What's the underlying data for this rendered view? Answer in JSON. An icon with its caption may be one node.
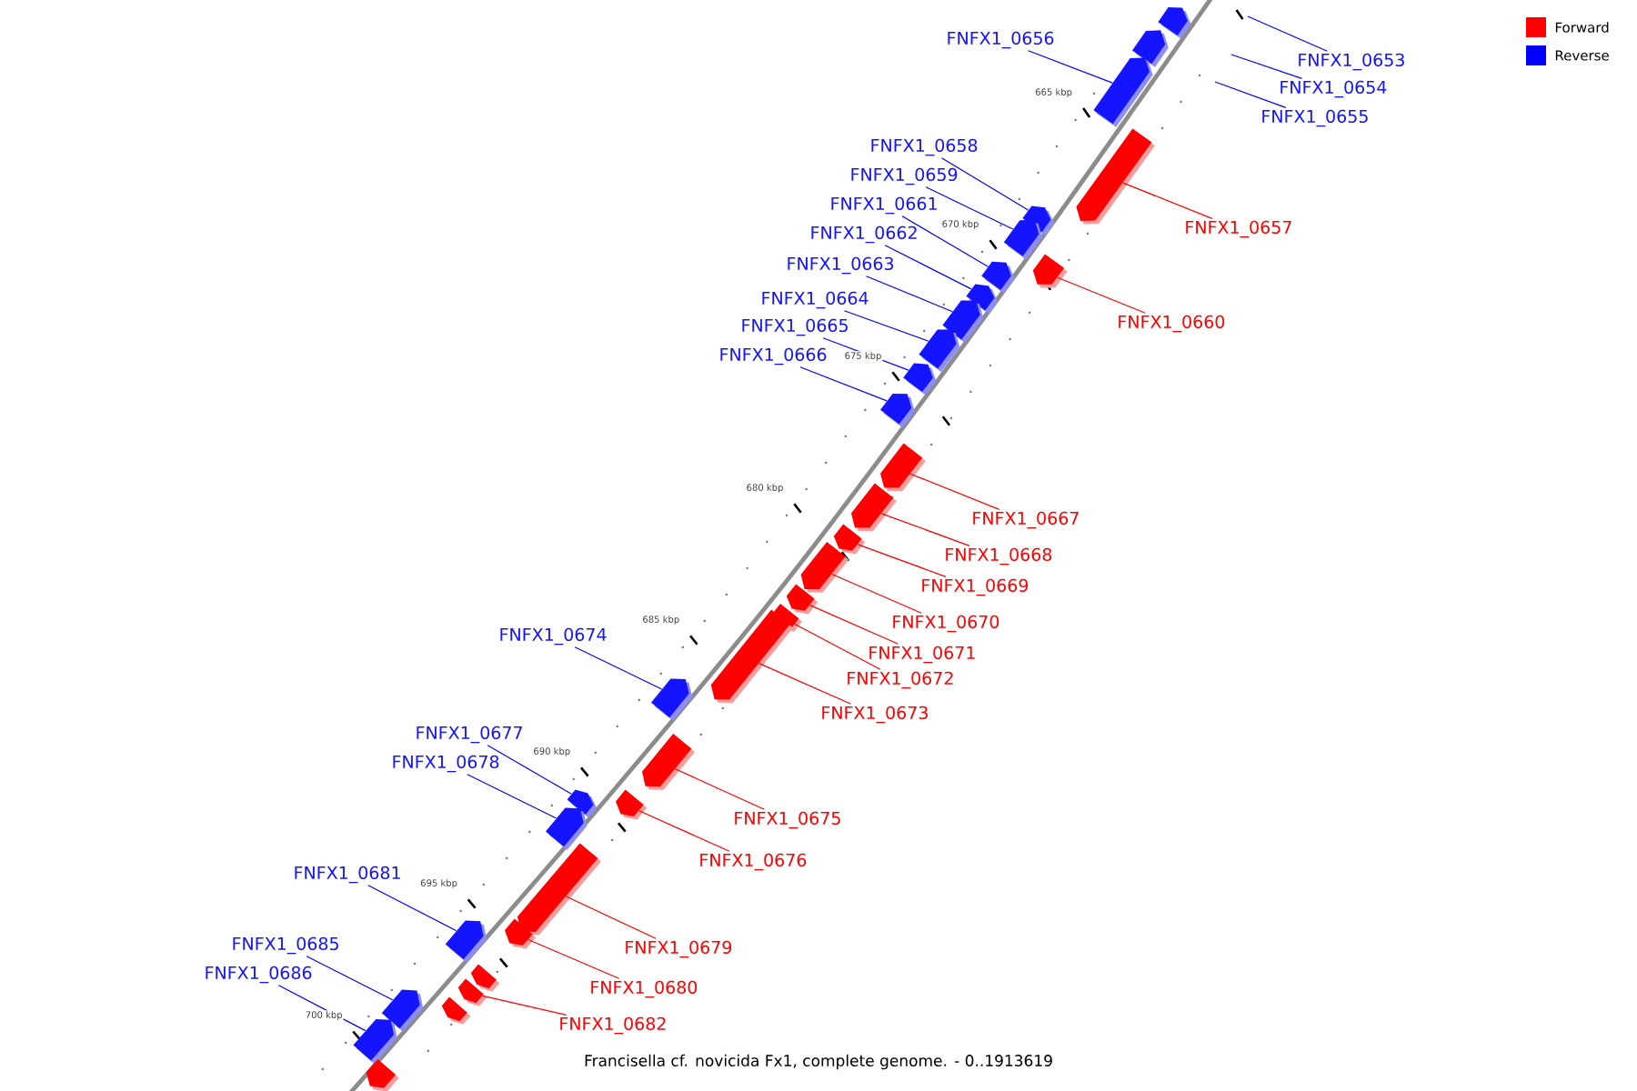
{
  "diagram": {
    "caption": "Francisella cf. novicida Fx1, complete genome. - 0..1913619",
    "nodes": [
      {
        "text": [],
        "shape": "bar"
      },
      {
        "text": [],
        "shape": "bar"
      },
      {
        "text": [
          "FNFX1_0653"
        ]
      },
      {
        "text": [
          "FNFX1_0654"
        ]
      },
      {
        "text": [
          "FNFX1_0655"
        ]
      },
      {
        "text": [
          "FNFX1_0656"
        ]
      },
      {
        "text": [],
        "shape": "bar"
      },
      {
        "text": [],
        "shape": "bar"
      },
      {
        "text": [
          "FNFX1_0657"
        ]
      },
      {
        "text": [
          "FNFX1_0658"
        ]
      },
      {
        "text": [],
        "shape": "bar"
      },
      {
        "text": [
          "FNFX1_0659"
        ]
      },
      {
        "text": [],
        "shape": "bar"
      },
      {
        "text": [
          "FNFX1_0661"
        ]
      },
      {
        "text": [],
        "shape": "bar"
      },
      {
        "text": [],
        "shape": "bar"
      },
      {
        "text": [
          "FNFX1_0660"
        ]
      },
      {
        "text": [
          "FNFX1_0662"
        ]
      },
      {
        "text": [],
        "shape": "bar"
      },
      {
        "text": [
          "FNFX1_0663"
        ]
      },
      {
        "text": [],
        "shape": "bar"
      },
      {
        "text": [
          "FNFX1_0664"
        ]
      },
      {
        "text": [],
        "shape": "bar"
      },
      {
        "text": [
          "FNFX1_0665"
        ]
      },
      {
        "text": [],
        "shape": "bar"
      },
      {
        "text": [
          "FNFX1_0666"
        ]
      },
      {
        "text": [],
        "shape": "bar"
      },
      {
        "text": [],
        "shape": "bar"
      },
      {
        "text": [
          "FNFX1_0667"
        ]
      },
      {
        "text": [],
        "shape": "bar"
      },
      {
        "text": [
          "FNFX1_0668"
        ]
      },
      {
        "text": [],
        "shape": "bar"
      },
      {
        "text": [
          "FNFX1_0669"
        ]
      },
      {
        "text": [],
        "shape": "bar"
      },
      {
        "text": [
          "FNFX1_0670"
        ]
      },
      {
        "text": [],
        "shape": "bar"
      },
      {
        "text": [
          "FNFX1_0671"
        ]
      },
      {
        "text": [],
        "shape": "bar"
      },
      {
        "text": [
          "FNFX1_0672"
        ]
      },
      {
        "text": [
          "FNFX1_0674"
        ]
      },
      {
        "text": [],
        "shape": "bar"
      },
      {
        "text": [],
        "shape": "bar"
      },
      {
        "text": [
          "FNFX1_0673"
        ]
      },
      {
        "text": [
          "FNFX1_0677"
        ]
      },
      {
        "text": [],
        "shape": "bar"
      },
      {
        "text": [
          "FNFX1_0678"
        ]
      },
      {
        "text": [],
        "shape": "bar"
      },
      {
        "text": [],
        "shape": "bar"
      },
      {
        "text": [
          "FNFX1_0675"
        ]
      },
      {
        "text": [],
        "shape": "bar"
      },
      {
        "text": [
          "FNFX1_0676"
        ]
      },
      {
        "text": [
          "FNFX1_0681"
        ]
      },
      {
        "text": [],
        "shape": "bar"
      },
      {
        "text": [],
        "shape": "bar"
      },
      {
        "text": [
          "FNFX1_0679"
        ]
      },
      {
        "text": [],
        "shape": "bar"
      },
      {
        "text": [
          "FNFX1_0680"
        ]
      },
      {
        "text": [
          "FNFX1_0685"
        ]
      },
      {
        "text": [],
        "shape": "bar"
      },
      {
        "text": [],
        "shape": "bar"
      },
      {
        "text": [],
        "shape": "bar"
      },
      {
        "text": [
          "FNFX1_0682"
        ]
      },
      {
        "text": [],
        "shape": "bar"
      },
      {
        "text": [
          "FNFX1_0686"
        ]
      },
      {
        "text": [],
        "shape": "bar"
      },
      {
        "text": [],
        "shape": "bar"
      }
    ],
    "edges": [
      {
        "from": 2,
        "to": null,
        "arrow": "none"
      },
      {
        "from": 3,
        "to": null,
        "arrow": "none"
      },
      {
        "from": 4,
        "to": null,
        "arrow": "none"
      },
      {
        "from": 5,
        "to": 6,
        "arrow": "none"
      },
      {
        "from": 8,
        "to": 7,
        "arrow": "none",
        "color": "#ff0000"
      },
      {
        "from": 9,
        "to": 10,
        "arrow": "none"
      },
      {
        "from": 11,
        "to": 12,
        "arrow": "none"
      },
      {
        "from": 13,
        "to": 14,
        "arrow": "none"
      },
      {
        "from": 16,
        "to": 15,
        "arrow": "none",
        "color": "#ff0000"
      },
      {
        "from": 17,
        "to": 18,
        "arrow": "none"
      },
      {
        "from": 19,
        "to": 20,
        "arrow": "none"
      },
      {
        "from": 21,
        "to": 22,
        "arrow": "none"
      },
      {
        "from": 23,
        "to": 24,
        "arrow": "none"
      },
      {
        "from": 25,
        "to": 26,
        "arrow": "none"
      },
      {
        "from": 28,
        "to": 27,
        "arrow": "none",
        "color": "#ff0000"
      },
      {
        "from": 30,
        "to": 29,
        "arrow": "none",
        "color": "#ff0000"
      },
      {
        "from": 32,
        "to": 31,
        "arrow": "none",
        "color": "#ff0000"
      },
      {
        "from": 34,
        "to": 33,
        "arrow": "none",
        "color": "#ff0000"
      },
      {
        "from": 36,
        "to": 35,
        "arrow": "none",
        "color": "#ff0000"
      },
      {
        "from": 38,
        "to": 37,
        "arrow": "none",
        "color": "#ff0000"
      },
      {
        "from": 39,
        "to": 40,
        "arrow": "none"
      },
      {
        "from": 42,
        "to": 41,
        "arrow": "none",
        "color": "#ff0000"
      },
      {
        "from": 43,
        "to": 44,
        "arrow": "none"
      },
      {
        "from": 45,
        "to": 46,
        "arrow": "none"
      },
      {
        "from": 48,
        "to": 47,
        "arrow": "none",
        "color": "#ff0000"
      },
      {
        "from": 50,
        "to": 49,
        "arrow": "none",
        "color": "#ff0000"
      },
      {
        "from": 51,
        "to": 52,
        "arrow": "none"
      },
      {
        "from": 54,
        "to": 53,
        "arrow": "none",
        "color": "#ff0000"
      },
      {
        "from": 56,
        "to": 55,
        "arrow": "none",
        "color": "#ff0000"
      },
      {
        "from": 57,
        "to": 58,
        "arrow": "none"
      },
      {
        "from": 61,
        "to": 60,
        "arrow": "none",
        "color": "#ff0000"
      },
      {
        "from": 63,
        "to": 64,
        "arrow": "none"
      }
    ],
    "labels": [
      "665 kbp",
      "670 kbp",
      "675 kbp",
      "680 kbp",
      "685 kbp",
      "690 kbp",
      "695 kbp",
      "700 kbp"
    ],
    "legend": [
      {
        "text": "Forward",
        "color": "#ff0000"
      },
      {
        "text": "Reverse",
        "color": "#0000ff"
      }
    ]
  }
}
